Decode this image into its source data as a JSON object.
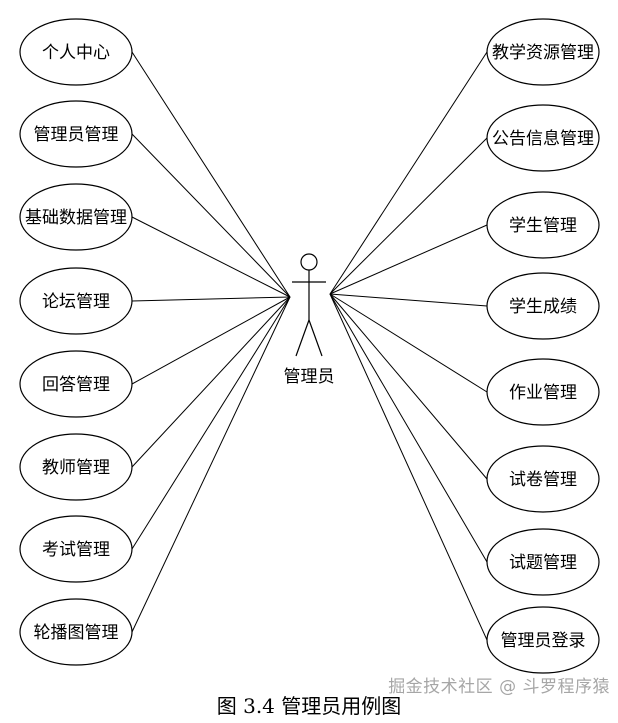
{
  "actor": {
    "label": "管理员"
  },
  "left_use_cases": [
    {
      "label": "个人中心"
    },
    {
      "label": "管理员管理"
    },
    {
      "label": "基础数据管理"
    },
    {
      "label": "论坛管理"
    },
    {
      "label": "回答管理"
    },
    {
      "label": "教师管理"
    },
    {
      "label": "考试管理"
    },
    {
      "label": "轮播图管理"
    }
  ],
  "right_use_cases": [
    {
      "label": "教学资源管理"
    },
    {
      "label": "公告信息管理"
    },
    {
      "label": "学生管理"
    },
    {
      "label": "学生成绩"
    },
    {
      "label": "作业管理"
    },
    {
      "label": "试卷管理"
    },
    {
      "label": "试题管理"
    },
    {
      "label": "管理员登录"
    }
  ],
  "caption": "图 3.4  管理员用例图",
  "watermark": "掘金技术社区 @ 斗罗程序猿"
}
